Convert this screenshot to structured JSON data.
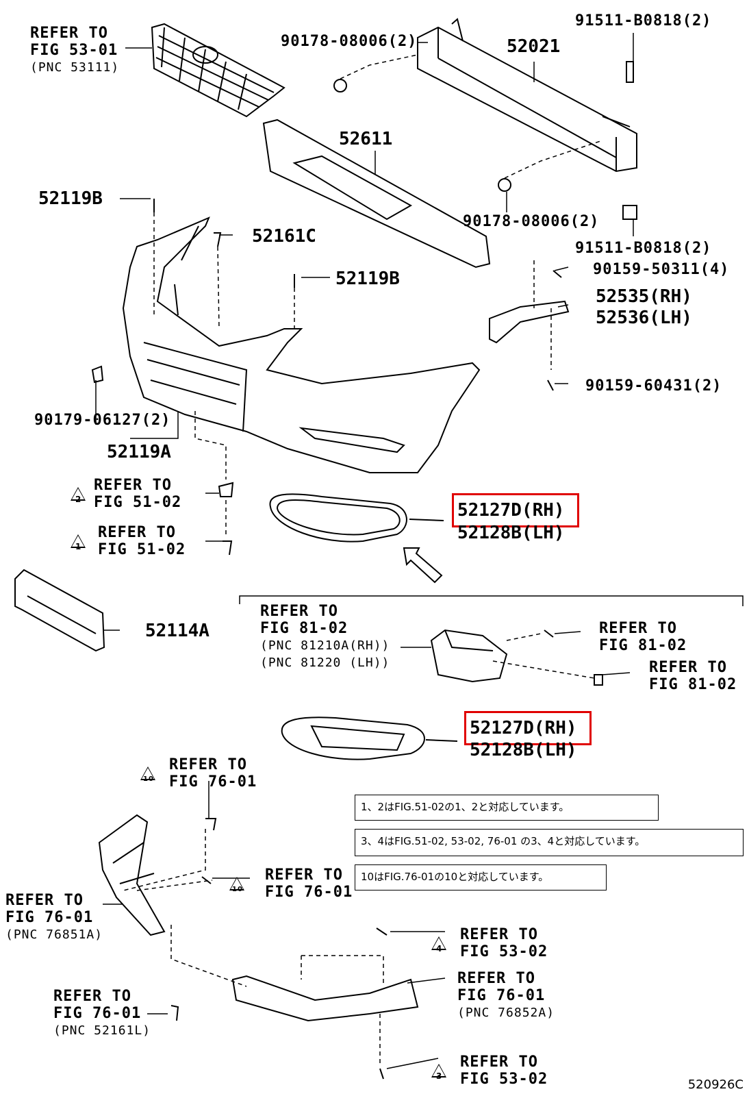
{
  "diagram": {
    "corner_code": "520926C",
    "labels": {
      "grille_ref": [
        "REFER TO",
        "FIG 53-01",
        "(PNC 53111)"
      ],
      "p_90178_top": "90178-08006(2)",
      "p_52021": "52021",
      "p_91511_top": "91511-B0818(2)",
      "p_52611": "52611",
      "p_52119b_left": "52119B",
      "p_52161c": "52161C",
      "p_90178_bot": "90178-08006(2)",
      "p_91511_bot": "91511-B0818(2)",
      "p_90159_50311": "90159-50311(4)",
      "p_52119b_mid": "52119B",
      "p_52535": "52535(RH)",
      "p_52536": "52536(LH)",
      "p_90159_60431": "90159-60431(2)",
      "p_90179": "90179-06127(2)",
      "p_52119a": "52119A",
      "ref_51_02_a": [
        "REFER TO",
        "FIG 51-02"
      ],
      "ref_51_02_b": [
        "REFER TO",
        "FIG 51-02"
      ],
      "p_52127d_1": "52127D(RH)",
      "p_52128b_1": "52128B(LH)",
      "p_52114a": "52114A",
      "fog_ref": [
        "REFER TO",
        "FIG 81-02",
        "(PNC 81210A(RH))",
        "(PNC 81220  (LH))"
      ],
      "ref_81_02_a": [
        "REFER TO",
        "FIG 81-02"
      ],
      "ref_81_02_b": [
        "REFER TO",
        "FIG 81-02"
      ],
      "p_52127d_2": "52127D(RH)",
      "p_52128b_2": "52128B(LH)",
      "ref_76_01_top": [
        "REFER TO",
        "FIG 76-01"
      ],
      "ref_76_01_mid": [
        "REFER TO",
        "FIG 76-01"
      ],
      "ref_76_01_left": [
        "REFER TO",
        "FIG 76-01",
        "(PNC 76851A)"
      ],
      "ref_53_02_a": [
        "REFER TO",
        "FIG 53-02"
      ],
      "ref_76_01_right": [
        "REFER TO",
        "FIG 76-01",
        "(PNC 76852A)"
      ],
      "ref_76_01_bottom": [
        "REFER TO",
        "FIG 76-01",
        "(PNC 52161L)"
      ],
      "ref_53_02_b": [
        "REFER TO",
        "FIG 53-02"
      ]
    },
    "triangle_marks": {
      "t2": "2",
      "t1": "1",
      "t10a": "10",
      "t10b": "10",
      "t4": "4",
      "t3": "3"
    },
    "notes": {
      "note1": "1、2はFIG.51-02の1、2と対応しています。",
      "note2": "3、4はFIG.51-02, 53-02, 76-01 の3、4と対応しています。",
      "note3": "10はFIG.76-01の10と対応しています。"
    },
    "highlight_color": "#e00000"
  }
}
